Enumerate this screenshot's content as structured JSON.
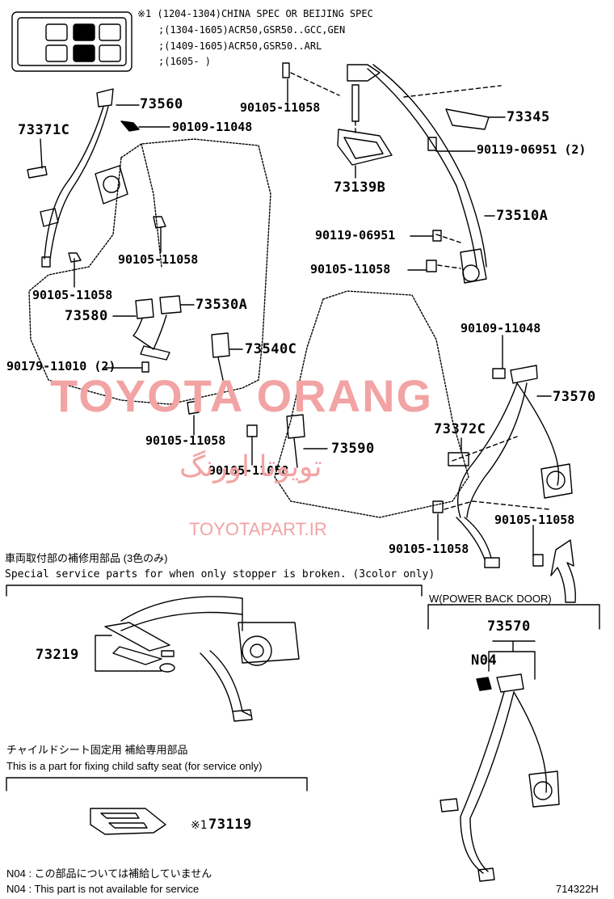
{
  "spec_notes": [
    "※1 (1204-1304)CHINA SPEC OR BEIJING SPEC",
    ";(1304-1605)ACR50,GSR50..GCC,GEN",
    ";(1409-1605)ACR50,GSR50..ARL",
    ";(1605-      )"
  ],
  "parts": {
    "p73560": "73560",
    "p73371C": "73371C",
    "p90109_11048_a": "90109-11048",
    "p90105_11058_a": "90105-11058",
    "p90105_11058_b": "90105-11058",
    "p73580": "73580",
    "p73530A": "73530A",
    "p90179": "90179-11010 (2)",
    "p73540C": "73540C",
    "p90105_11058_c": "90105-11058",
    "p90105_11058_d": "90105-11058",
    "p73590": "73590",
    "p90105_11058_top": "90105-11058",
    "p73139B": "73139B",
    "p73345": "73345",
    "p90119_06951_2": "90119-06951 (2)",
    "p73510A": "73510A",
    "p90119_06951": "90119-06951",
    "p90105_11058_e": "90105-11058",
    "p90109_11048_b": "90109-11048",
    "p73570": "73570",
    "p73372C": "73372C",
    "p90105_11058_f": "90105-11058",
    "p90105_11058_g": "90105-11058",
    "p73219": "73219",
    "p73570_b": "73570",
    "pN04": "N04",
    "p73119": "73119",
    "p73119_prefix": "※1"
  },
  "sections": {
    "stopper_jp": "車両取付部の補修用部品 (3色のみ)",
    "stopper_en": "Special service parts for when only stopper is broken. (3color only)",
    "child_jp": "チャイルドシート固定用  補給専用部品",
    "child_en": "This is a part for fixing child safty seat (for service only)",
    "power_door": "W(POWER BACK DOOR)"
  },
  "footnotes": {
    "n04_jp": "N04 : この部品については補給していません",
    "n04_en": "N04 : This part is not available for service",
    "drawing_no": "714322H"
  },
  "watermarks": {
    "main": "TOYOTA ORANG",
    "arabic": "تويوتا اورنگ",
    "site": "TOYOTAPART.IR"
  },
  "colors": {
    "watermark": "#f2a3a3",
    "line": "#000000"
  }
}
